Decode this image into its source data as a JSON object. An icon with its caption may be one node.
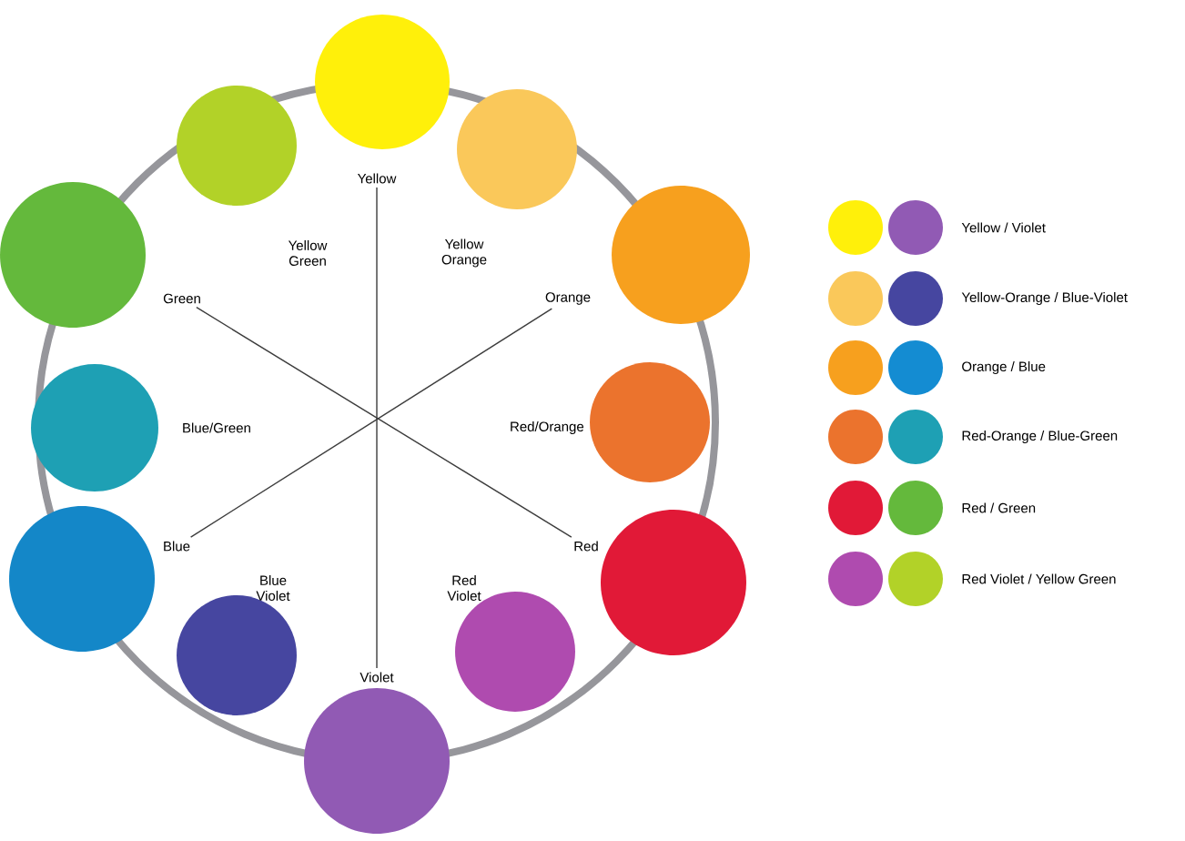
{
  "diagram": {
    "nodes": [
      {
        "text": [
          "Yellow"
        ]
      },
      {
        "text": [
          "Violet"
        ]
      },
      {
        "text": [
          "Green"
        ]
      },
      {
        "text": [
          "Red"
        ]
      },
      {
        "text": [
          "Orange"
        ]
      },
      {
        "text": [
          "Blue"
        ]
      }
    ],
    "edges": [
      {
        "from": 0,
        "to": 1,
        "arrow": "none"
      },
      {
        "from": 2,
        "to": 3,
        "arrow": "none"
      },
      {
        "from": 4,
        "to": 5,
        "arrow": "none"
      }
    ],
    "labels": [
      "Yellow Green",
      "Yellow Orange",
      "Blue/Green",
      "Red/Orange",
      "Blue Violet",
      "Red Violet"
    ],
    "legend": [
      {
        "text": "Yellow / Violet"
      },
      {
        "text": "Yellow-Orange / Blue-Violet"
      },
      {
        "text": "Orange / Blue"
      },
      {
        "text": "Red-Orange / Blue-Green"
      },
      {
        "text": "Red / Green"
      },
      {
        "text": "Red Violet / Yellow Green"
      }
    ]
  }
}
